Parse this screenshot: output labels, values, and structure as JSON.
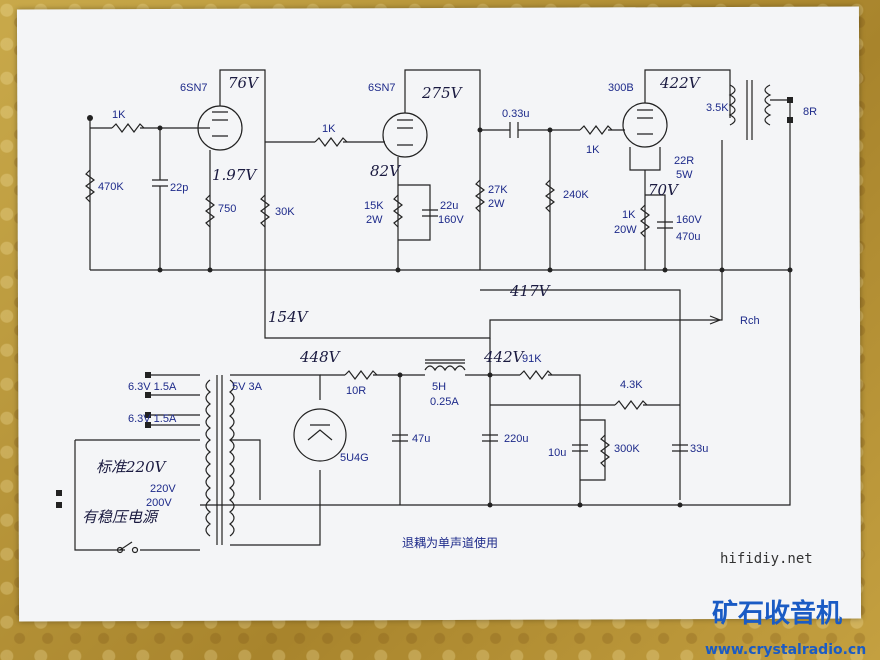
{
  "tubes": {
    "v1_type": "6SN7",
    "v2_type": "6SN7",
    "v3_type": "300B",
    "rect_type": "5U4G"
  },
  "handwritten": {
    "v1_plate": "76V",
    "v1_cathode": "1.97V",
    "v2_plate": "275V",
    "v2_cathode": "82V",
    "v3_plate": "422V",
    "v3_cathode": "70V",
    "b_plus_417": "417V",
    "b_plus_154": "154V",
    "rect_out": "448V",
    "choke_out": "442V",
    "mains_note1": "标准220V",
    "mains_note2": "有稳压电源"
  },
  "components": {
    "r_in": "1K",
    "r_grid_leak": "470K",
    "c_22p": "22p",
    "r_750": "750",
    "r_30k": "30K",
    "r_1k_b": "1K",
    "r_15k": "15K",
    "r_15k_w": "2W",
    "c_22u": "22u",
    "c_22u_v": "160V",
    "r_27k": "27K",
    "r_27k_w": "2W",
    "c_033u": "0.33u",
    "r_240k": "240K",
    "r_1k_c": "1K",
    "r_22r": "22R",
    "r_22r_w": "5W",
    "r_1k_d": "1K",
    "r_1k_d_w": "20W",
    "c_470u_v": "160V",
    "c_470u": "470u",
    "ot_primary": "3.5K",
    "ot_secondary": "8R",
    "rch": "Rch",
    "pt_63a": "6.3V 1.5A",
    "pt_63b": "6.3V 1.5A",
    "pt_5v": "5V 3A",
    "pt_220": "220V",
    "pt_200": "200V",
    "r_10r": "10R",
    "c_47u": "47u",
    "choke_l": "5H",
    "choke_i": "0.25A",
    "c_220u": "220u",
    "r_91k": "91K",
    "r_43k": "4.3K",
    "c_10u": "10u",
    "r_300k": "300K",
    "c_33u": "33u"
  },
  "notes": {
    "caption": "退耦为单声道使用",
    "site": "hifidiy.net",
    "logo_cn": "矿石收音机",
    "logo_url": "www.crystalradio.cn"
  }
}
